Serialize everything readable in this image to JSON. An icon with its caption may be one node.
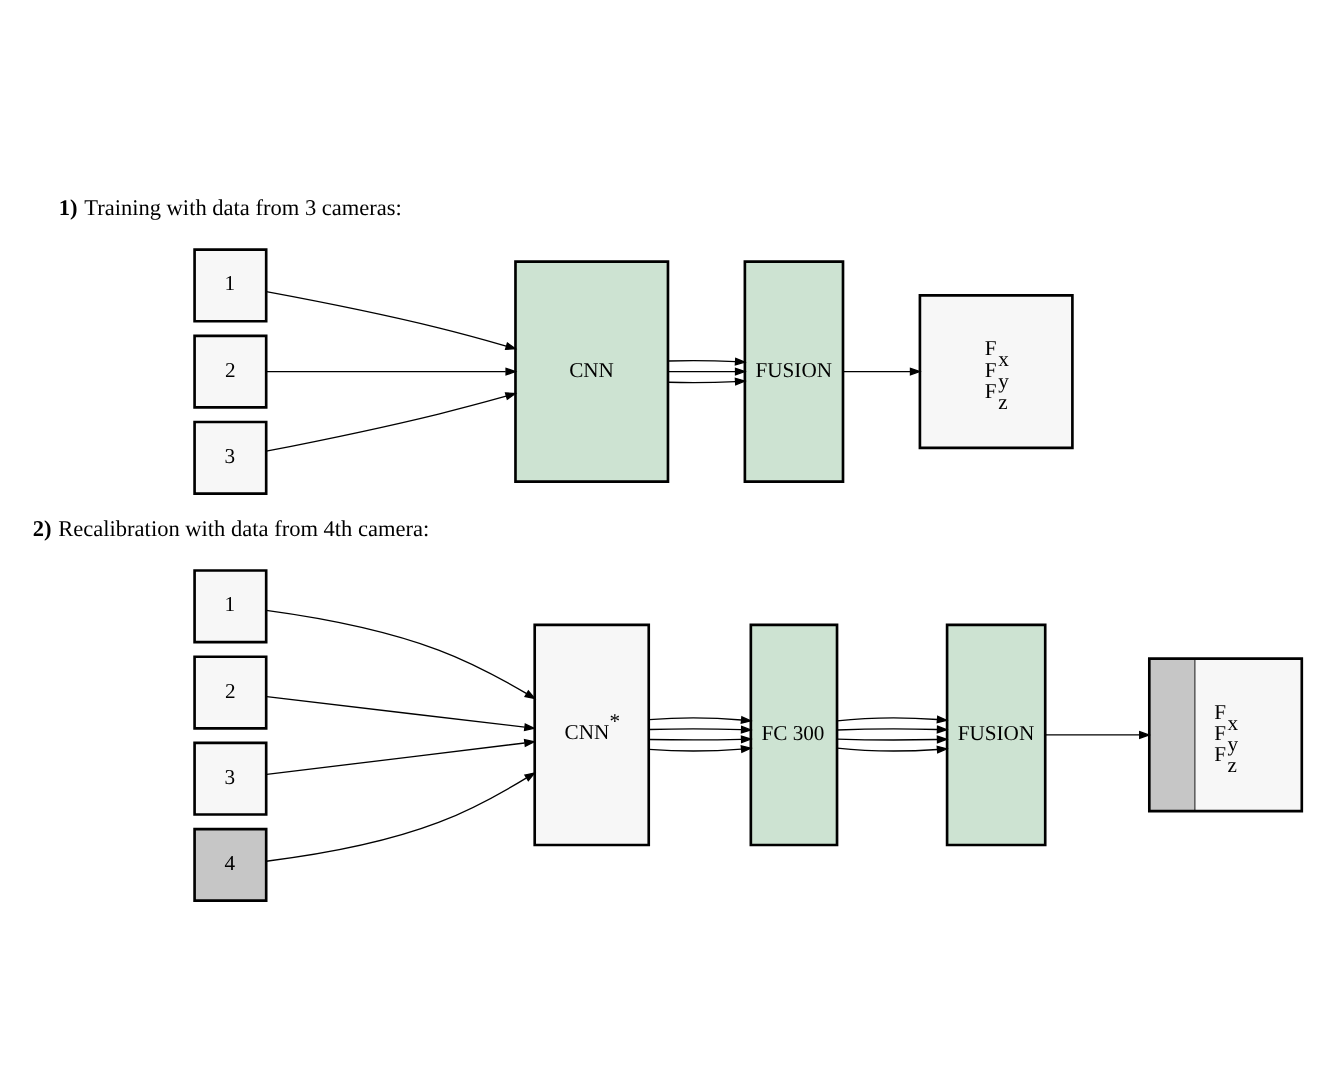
{
  "diagram": {
    "nodes": [
      {
        "text": [
          "1"
        ]
      },
      {
        "text": [
          "2"
        ]
      },
      {
        "text": [
          "3"
        ]
      },
      {
        "text": [
          "CNN"
        ]
      },
      {
        "text": [
          "FUSION"
        ]
      },
      {
        "text": [
          "F$_{x}$",
          "F$_{y}$",
          "F$_{z}$"
        ]
      },
      {
        "text": [
          "1"
        ]
      },
      {
        "text": [
          "2"
        ]
      },
      {
        "text": [
          "3"
        ]
      },
      {
        "text": [
          "4"
        ]
      },
      {
        "text": [
          "CNN$^{*}$"
        ]
      },
      {
        "text": [
          "FC 300"
        ]
      },
      {
        "text": [
          "FUSION"
        ]
      },
      {
        "text": [
          "F$_{x}$",
          "F$_{y}$",
          "F$_{z}$"
        ]
      }
    ],
    "edges": [
      {
        "from": 0,
        "to": 3,
        "arrow": "to"
      },
      {
        "from": 1,
        "to": 3,
        "arrow": "to"
      },
      {
        "from": 2,
        "to": 3,
        "arrow": "to"
      },
      {
        "from": 3,
        "to": 4,
        "arrow": "to"
      },
      {
        "from": 3,
        "to": 4,
        "arrow": "to"
      },
      {
        "from": 3,
        "to": 4,
        "arrow": "to"
      },
      {
        "from": 4,
        "to": 5,
        "arrow": "to"
      },
      {
        "from": 6,
        "to": 10,
        "arrow": "to"
      },
      {
        "from": 7,
        "to": 10,
        "arrow": "to"
      },
      {
        "from": 8,
        "to": 10,
        "arrow": "to"
      },
      {
        "from": 9,
        "to": 10,
        "arrow": "to"
      },
      {
        "from": 10,
        "to": 11,
        "arrow": "to"
      },
      {
        "from": 10,
        "to": 11,
        "arrow": "to"
      },
      {
        "from": 10,
        "to": 11,
        "arrow": "to"
      },
      {
        "from": 10,
        "to": 11,
        "arrow": "to"
      },
      {
        "from": 11,
        "to": 12,
        "arrow": "to"
      },
      {
        "from": 11,
        "to": 12,
        "arrow": "to"
      },
      {
        "from": 11,
        "to": 12,
        "arrow": "to"
      },
      {
        "from": 11,
        "to": 12,
        "arrow": "to"
      },
      {
        "from": 12,
        "to": 13,
        "arrow": "to"
      }
    ],
    "labels": [
      "**1)** Training with data from 3 cameras:",
      "**2)** Recalibration with data from 4th camera:"
    ]
  }
}
